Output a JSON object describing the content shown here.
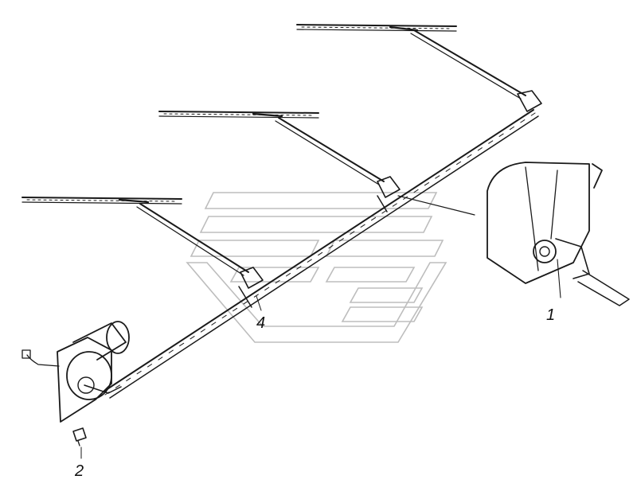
{
  "diagram": {
    "callouts": [
      {
        "id": "motor-bracket",
        "label": "1"
      },
      {
        "id": "bolt",
        "label": "2"
      },
      {
        "id": "wiper-arm",
        "label": "4"
      }
    ]
  },
  "colors": {
    "ink": "#1a1a1a",
    "watermark": "#bdbdbd",
    "background": "#ffffff"
  }
}
